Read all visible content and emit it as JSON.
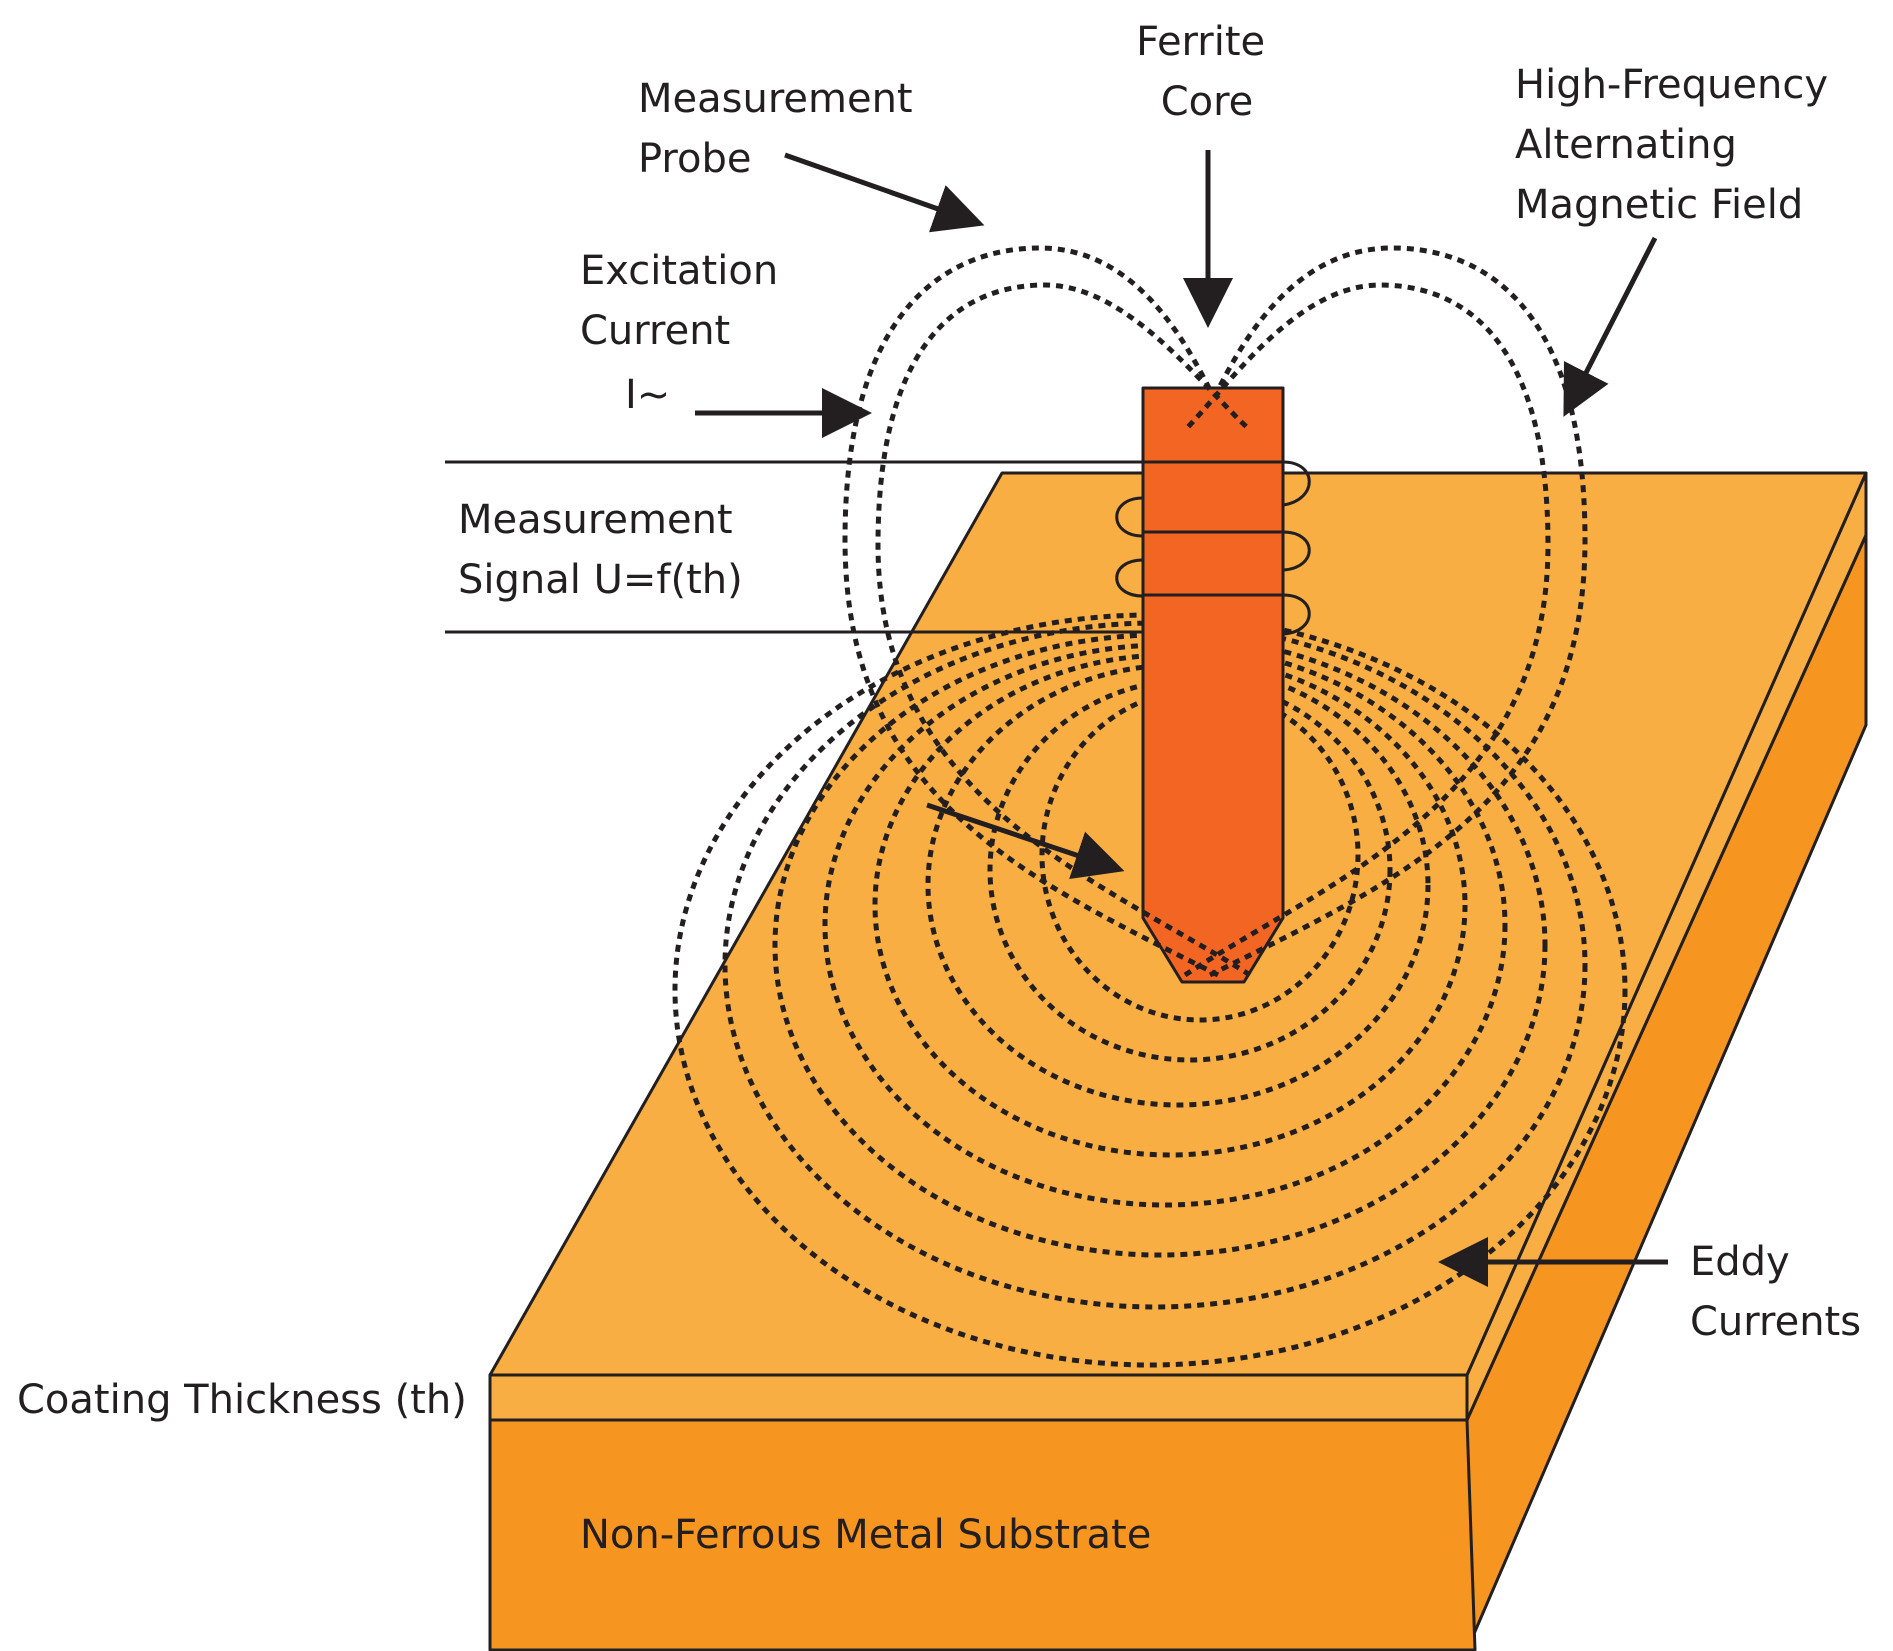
{
  "colors": {
    "coating_top": "#f8ae42",
    "coating_front": "#f8ae42",
    "substrate_front": "#f6951f",
    "substrate_side": "#f6951f",
    "probe": "#f26522",
    "ink": "#231f20"
  },
  "labels": {
    "ferrite_core": [
      "Ferrite",
      "Core"
    ],
    "measurement_probe": [
      "Measurement",
      "Probe"
    ],
    "high_frequency_field": [
      "High-Frequency",
      "Alternating",
      "Magnetic Field"
    ],
    "excitation_current": [
      "Excitation",
      "Current",
      "I~"
    ],
    "measurement_signal": [
      "Measurement",
      "Signal  U=f(th)"
    ],
    "eddy_currents": [
      "Eddy",
      "Currents"
    ],
    "coating_thickness": "Coating Thickness (th)",
    "substrate": "Non-Ferrous Metal Substrate"
  }
}
